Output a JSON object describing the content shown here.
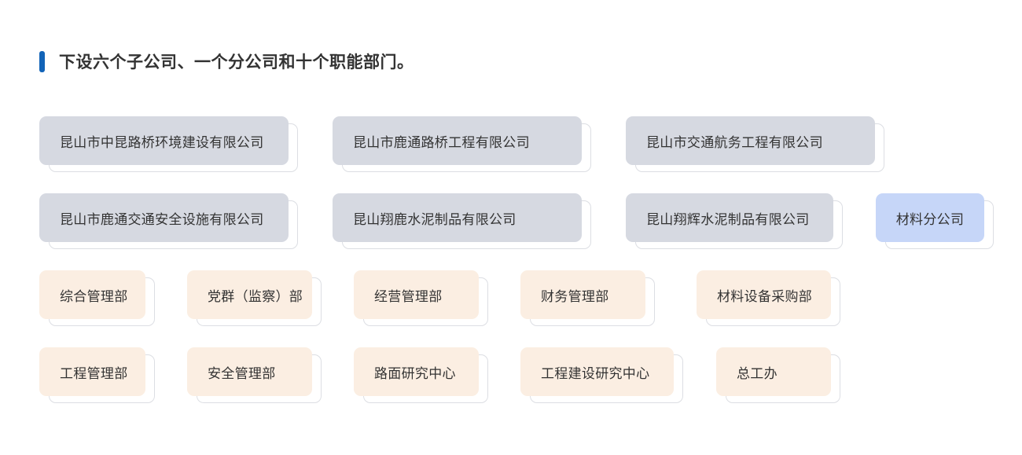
{
  "title": "下设六个子公司、一个分公司和十个职能部门。",
  "colors": {
    "accent": "#1264b8",
    "company_bg": "#d6d9e1",
    "branch_bg": "#c6d6f8",
    "department_bg": "#fbeee2"
  },
  "companies": [
    "昆山市中昆路桥环境建设有限公司",
    "昆山市鹿通路桥工程有限公司",
    "昆山市交通航务工程有限公司",
    "昆山市鹿通交通安全设施有限公司",
    "昆山翔鹿水泥制品有限公司",
    "昆山翔辉水泥制品有限公司"
  ],
  "branch": "材料分公司",
  "departments": [
    "综合管理部",
    "党群（监察）部",
    "经营管理部",
    "财务管理部",
    "材料设备采购部",
    "工程管理部",
    "安全管理部",
    "路面研究中心",
    "工程建设研究中心",
    "总工办"
  ]
}
